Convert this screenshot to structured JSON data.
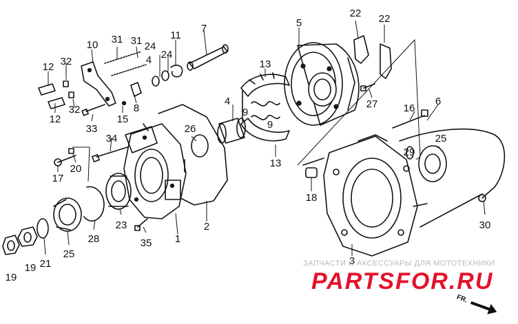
{
  "callouts": {
    "c1": "1",
    "c2": "2",
    "c3": "3",
    "c4": "4",
    "c4b": "4",
    "c5": "5",
    "c6": "6",
    "c7": "7",
    "c8": "8",
    "c9a": "9",
    "c9b": "9",
    "c10": "10",
    "c11": "11",
    "c12a": "12",
    "c12b": "12",
    "c13a": "13",
    "c13b": "13",
    "c15": "15",
    "c16": "16",
    "c17": "17",
    "c18": "18",
    "c19a": "19",
    "c19b": "19",
    "c20": "20",
    "c21": "21",
    "c22a": "22",
    "c22b": "22",
    "c23": "23",
    "c24a": "24",
    "c24b": "24",
    "c25a": "25",
    "c25b": "25",
    "c26": "26",
    "c27": "27",
    "c28": "28",
    "c29": "29",
    "c30": "30",
    "c31a": "31",
    "c31b": "31",
    "c32a": "32",
    "c32b": "32",
    "c33": "33",
    "c34": "34",
    "c35": "35"
  },
  "watermark": {
    "caption": "ЗАПЧАСТИ И АКСЕССУАРЫ ДЛЯ МОТОТЕХНИКИ",
    "logo_part1": "PARTS",
    "logo_part2": "FOR.RU",
    "logo_color": "#e4122b"
  },
  "direction_marker": "FR."
}
